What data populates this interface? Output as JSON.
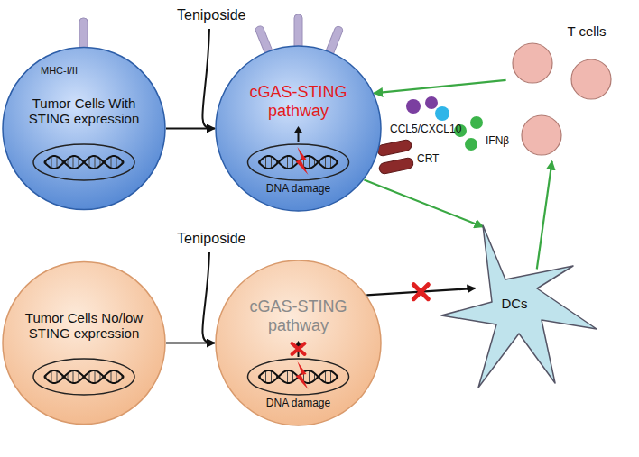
{
  "diagram": {
    "nodes": [
      {
        "text": [
          "Tumor Cells With STING expression"
        ]
      },
      {
        "text": [
          "cGAS-STING pathway",
          "DNA damage"
        ]
      },
      {
        "text": [
          "T cells"
        ]
      },
      {
        "text": [
          "DCs"
        ]
      },
      {
        "text": [
          "Tumor Cells No/low STING expression"
        ]
      },
      {
        "text": [
          "cGAS-STING pathway",
          "DNA damage"
        ]
      }
    ],
    "edges": [
      {
        "from": 0,
        "to": 1,
        "arrow": "to"
      },
      {
        "from": 1,
        "to": 3,
        "arrow": "to"
      },
      {
        "from": 3,
        "to": 2,
        "arrow": "to"
      },
      {
        "from": 2,
        "to": 1,
        "arrow": "to"
      },
      {
        "from": 4,
        "to": 5,
        "arrow": "to"
      },
      {
        "from": 5,
        "to": 3,
        "arrow": "to"
      }
    ],
    "labels": [
      "Teniposide",
      "Teniposide",
      "MHC-I/II",
      "CCL5/CXCL10",
      "IFNβ",
      "CRT"
    ]
  }
}
